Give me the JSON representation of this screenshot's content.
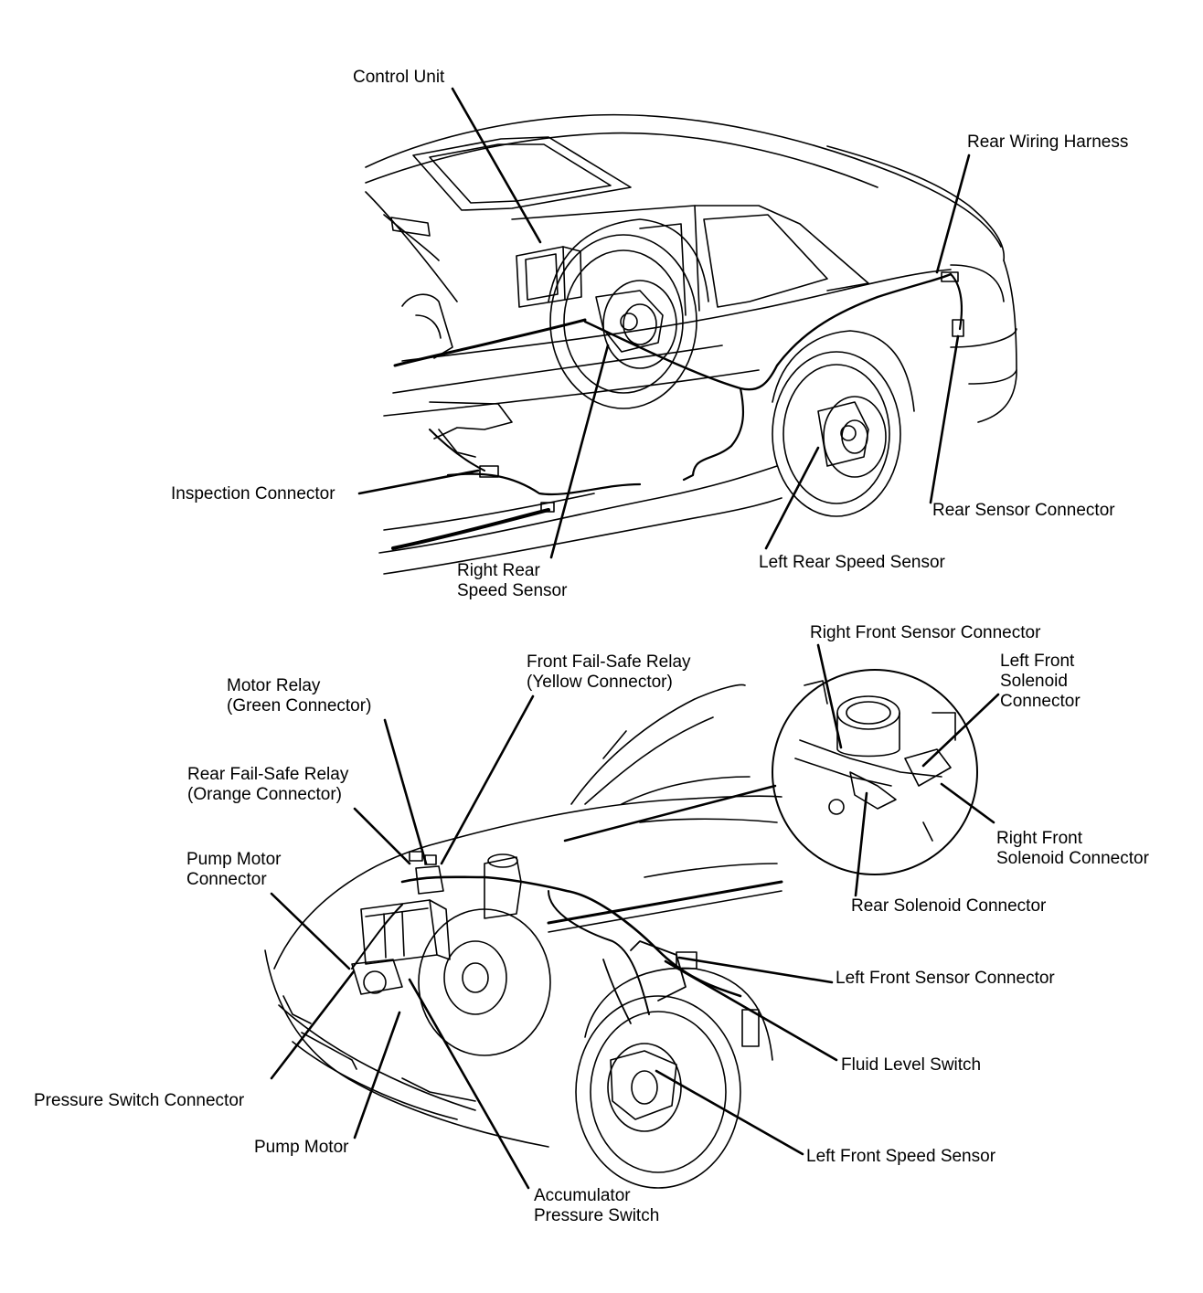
{
  "colors": {
    "line": "#000000",
    "background": "#ffffff"
  },
  "labels": {
    "control_unit": "Control Unit",
    "rear_wiring_harness": "Rear Wiring Harness",
    "inspection_connector": "Inspection Connector",
    "rear_sensor_connector": "Rear Sensor Connector",
    "right_rear_speed_sensor": [
      "Right Rear",
      "Speed Sensor"
    ],
    "left_rear_speed_sensor": "Left Rear Speed Sensor",
    "right_front_sensor_connector": "Right Front Sensor Connector",
    "left_front_solenoid_connector": [
      "Left Front",
      "Solenoid",
      "Connector"
    ],
    "front_fail_safe_relay": [
      "Front Fail-Safe Relay",
      "(Yellow Connector)"
    ],
    "motor_relay": [
      "Motor Relay",
      "(Green Connector)"
    ],
    "rear_fail_safe_relay": [
      "Rear Fail-Safe Relay",
      "(Orange Connector)"
    ],
    "pump_motor_connector": [
      "Pump Motor",
      "Connector"
    ],
    "right_front_solenoid_connector": [
      "Right Front",
      "Solenoid Connector"
    ],
    "rear_solenoid_connector": "Rear Solenoid Connector",
    "left_front_sensor_connector": "Left Front Sensor Connector",
    "fluid_level_switch": "Fluid Level Switch",
    "pressure_switch_connector": "Pressure Switch Connector",
    "pump_motor": "Pump Motor",
    "left_front_speed_sensor": "Left Front Speed Sensor",
    "accumulator_pressure_switch": [
      "Accumulator",
      "Pressure Switch"
    ]
  }
}
